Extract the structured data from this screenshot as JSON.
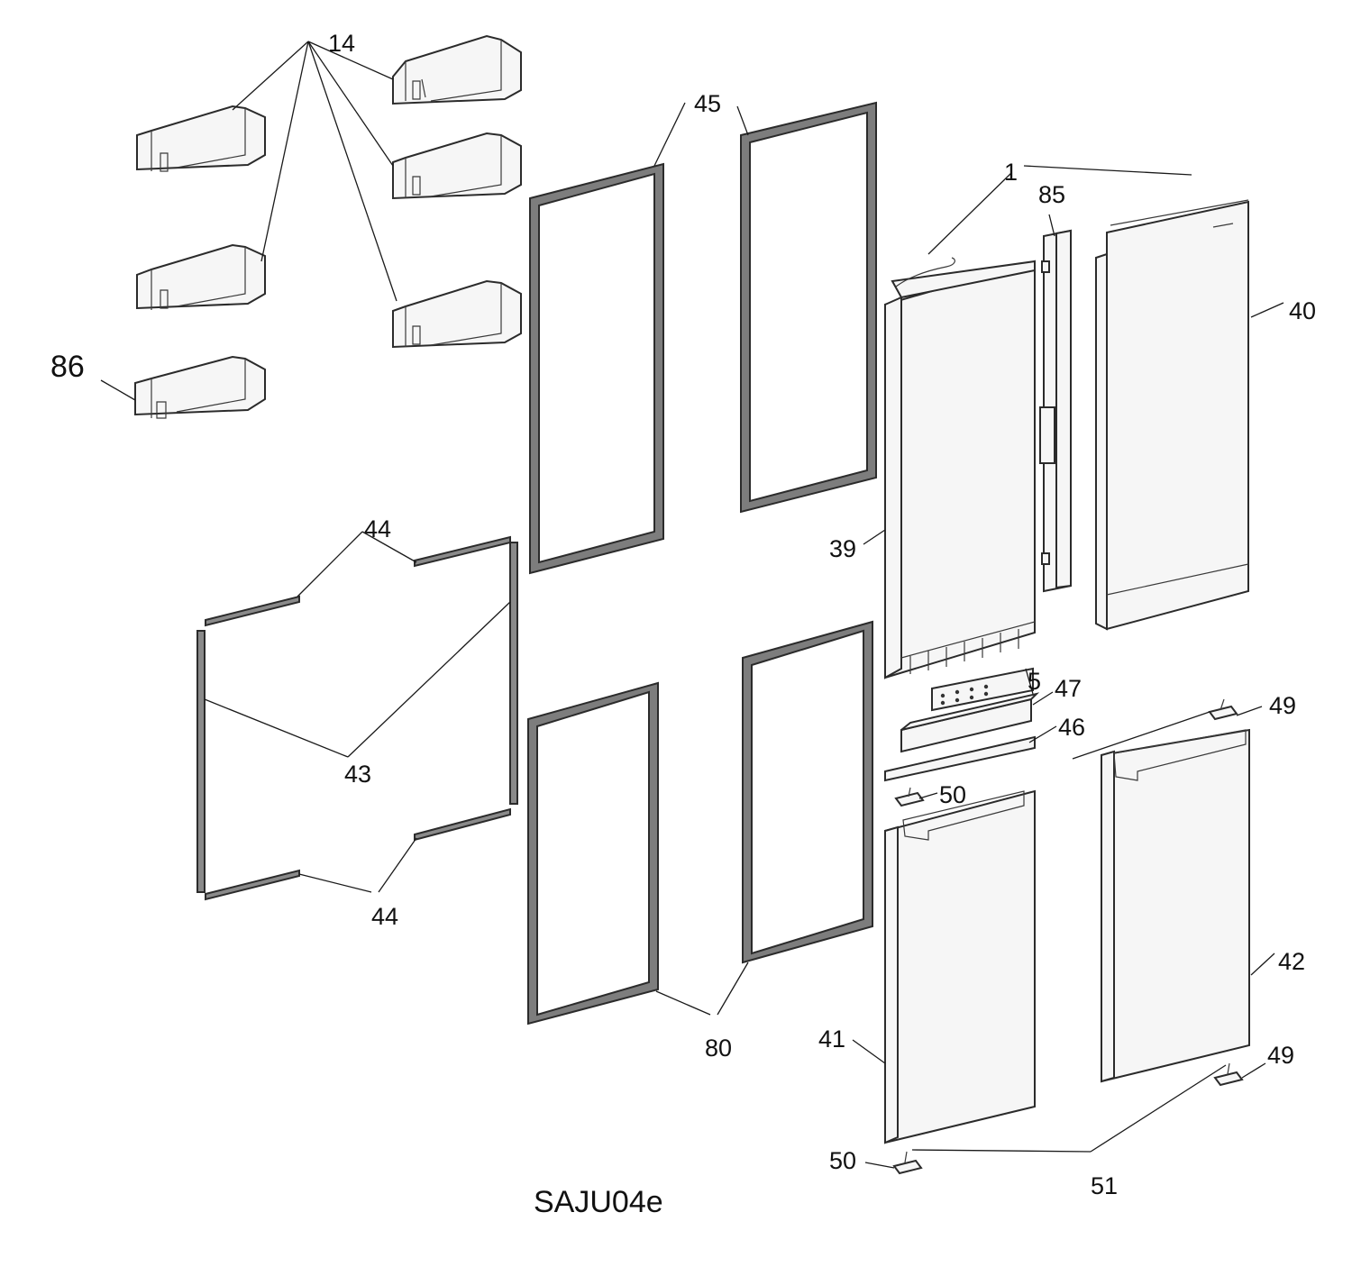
{
  "callouts": {
    "c14": "14",
    "c86": "86",
    "c45": "45",
    "c1": "1",
    "c85": "85",
    "c40": "40",
    "c39": "39",
    "c44_top": "44",
    "c43": "43",
    "c44_bottom": "44",
    "c5": "5",
    "c47": "47",
    "c49_top": "49",
    "c46": "46",
    "c50_top": "50",
    "c42": "42",
    "c41": "41",
    "c80": "80",
    "c49_bottom": "49",
    "c50_bottom": "50",
    "c51": "51"
  },
  "caption": "SAJU04e"
}
